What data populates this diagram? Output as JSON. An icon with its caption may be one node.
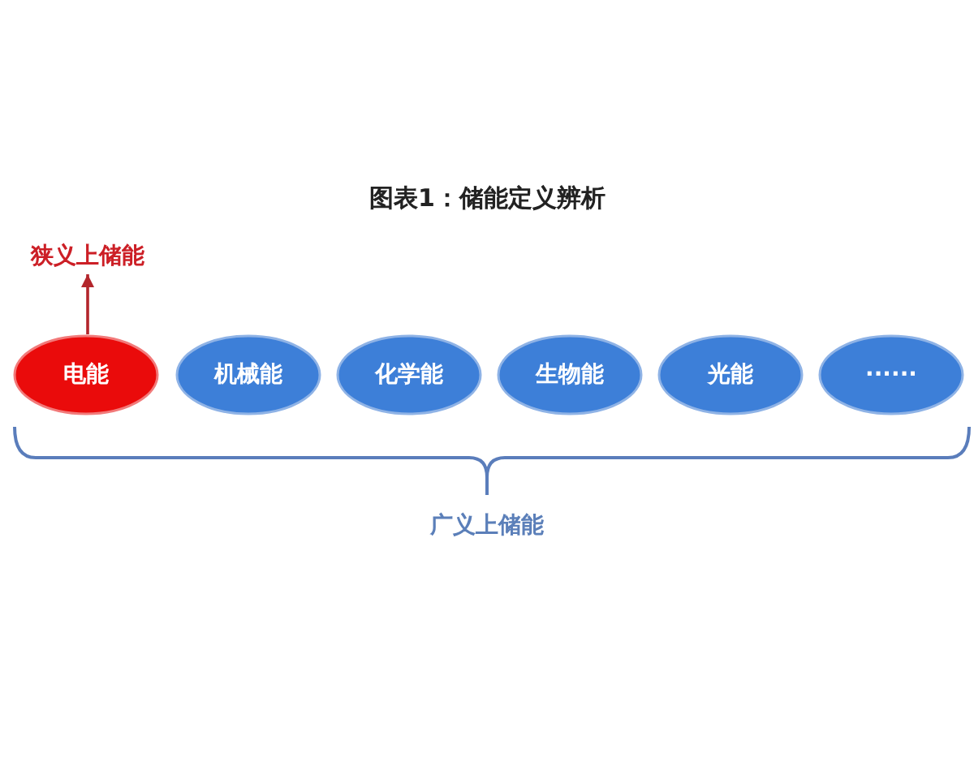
{
  "diagram": {
    "title": "图表1：储能定义辨析",
    "nodes": [
      {
        "text": [
          "狭义上储能"
        ]
      },
      {
        "text": [
          "电能"
        ]
      },
      {
        "text": [
          "机械能"
        ]
      },
      {
        "text": [
          "化学能"
        ]
      },
      {
        "text": [
          "生物能"
        ]
      },
      {
        "text": [
          "光能"
        ]
      },
      {
        "text": [
          "······"
        ]
      }
    ],
    "edges": [
      {
        "from": 1,
        "to": 0,
        "arrow": "to"
      }
    ],
    "labels": [
      "广义上储能"
    ]
  }
}
